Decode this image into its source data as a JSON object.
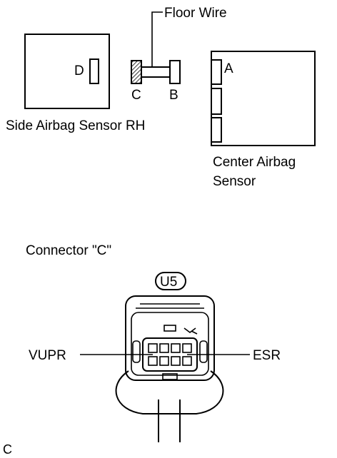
{
  "labels": {
    "floor_wire": "Floor Wire",
    "connector_d": "D",
    "connector_c": "C",
    "connector_b": "B",
    "connector_a": "A",
    "side_airbag_sensor": "Side Airbag Sensor RH",
    "center_airbag_sensor_line1": "Center Airbag",
    "center_airbag_sensor_line2": "Sensor",
    "connector_caption": "Connector \"C\"",
    "connector_code": "U5",
    "pin_left": "VUPR",
    "pin_right": "ESR",
    "figure_code": "C"
  }
}
